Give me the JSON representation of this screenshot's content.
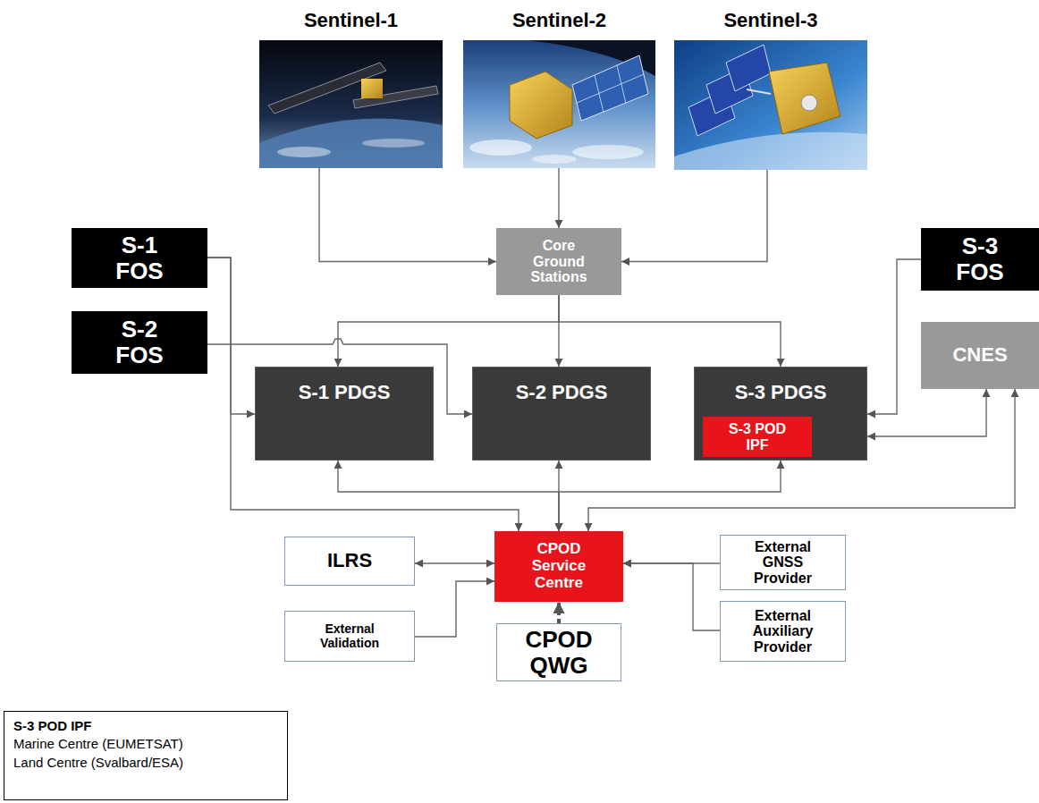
{
  "diagram": {
    "nodes": [
      {
        "text": [
          "Sentinel-1"
        ]
      },
      {
        "text": [
          "Sentinel-2"
        ]
      },
      {
        "text": [
          "Sentinel-3"
        ]
      },
      {
        "text": [
          "S-1 FOS"
        ]
      },
      {
        "text": [
          "Core Ground Stations"
        ]
      },
      {
        "text": [
          "S-3 FOS"
        ]
      },
      {
        "text": [
          "S-2 FOS"
        ]
      },
      {
        "text": [
          "S-1 PDGS"
        ]
      },
      {
        "text": [
          "S-2 PDGS"
        ]
      },
      {
        "text": [
          "S-3 PDGS"
        ]
      },
      {
        "text": [
          "S-3 POD IPF"
        ],
        "in": 9
      },
      {
        "text": [
          "CNES"
        ]
      },
      {
        "text": [
          "ILRS"
        ]
      },
      {
        "text": [
          "CPOD Service Centre"
        ]
      },
      {
        "text": [
          "External GNSS Provider"
        ]
      },
      {
        "text": [
          "External Validation"
        ]
      },
      {
        "text": [
          "External Auxiliary Provider"
        ]
      },
      {
        "text": [
          "CPOD QWG"
        ]
      },
      {
        "text": [
          "S-3 POD IPF",
          "Marine Centre (EUMETSAT)",
          "Land Centre (Svalbard/ESA)"
        ]
      }
    ],
    "edges": [
      {
        "from": 0,
        "to": 4,
        "arrow": "to"
      },
      {
        "from": 1,
        "to": 4,
        "arrow": "to"
      },
      {
        "from": 2,
        "to": 4,
        "arrow": "to"
      },
      {
        "from": 4,
        "to": 7,
        "arrow": "to"
      },
      {
        "from": 4,
        "to": 8,
        "arrow": "to"
      },
      {
        "from": 4,
        "to": 9,
        "arrow": "to"
      },
      {
        "from": 3,
        "to": 7,
        "arrow": "to"
      },
      {
        "from": 3,
        "to": 13,
        "arrow": "to"
      },
      {
        "from": 6,
        "to": 8,
        "arrow": "to"
      },
      {
        "from": 5,
        "to": 9,
        "arrow": "to"
      },
      {
        "from": 11,
        "to": 9,
        "arrow": "both"
      },
      {
        "from": 11,
        "to": 13,
        "arrow": "both"
      },
      {
        "from": 7,
        "to": 13,
        "arrow": "both"
      },
      {
        "from": 8,
        "to": 13,
        "arrow": "both"
      },
      {
        "from": 9,
        "to": 13,
        "arrow": "both"
      },
      {
        "from": 12,
        "to": 13,
        "arrow": "both"
      },
      {
        "from": 15,
        "to": 13,
        "arrow": "to"
      },
      {
        "from": 14,
        "to": 13,
        "arrow": "to"
      },
      {
        "from": 16,
        "to": 13,
        "arrow": "to"
      },
      {
        "from": 17,
        "to": 13,
        "arrow": "to"
      }
    ]
  }
}
